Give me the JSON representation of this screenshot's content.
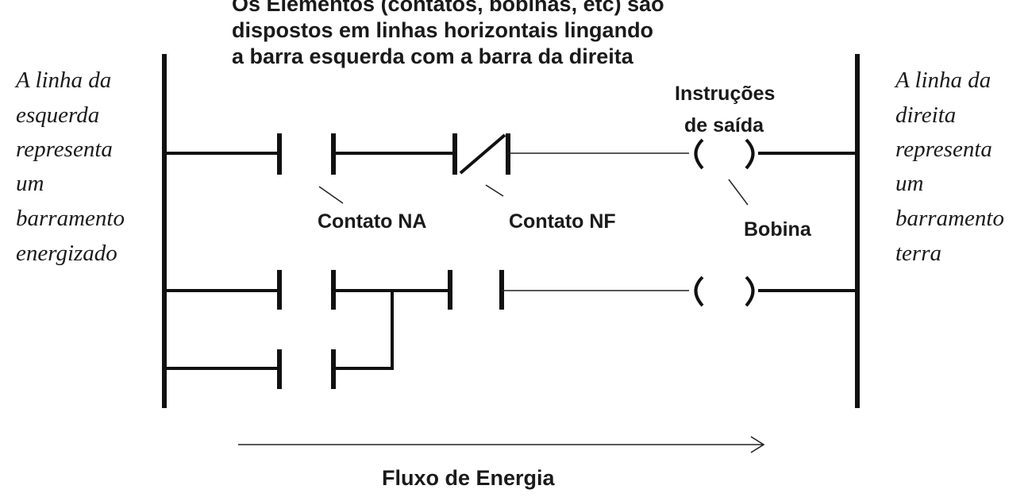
{
  "title_lines": [
    "Os Elementos (contatos, bobinas, etc) são",
    "dispostos em linhas horizontais lingando",
    "a barra esquerda com a barra da direita"
  ],
  "left_note_lines": [
    "A linha da",
    "esquerda",
    "representa",
    "um",
    "barramento",
    "energizado"
  ],
  "right_note_lines": [
    "A linha da",
    "direita",
    "representa",
    "um",
    "barramento",
    "terra"
  ],
  "labels": {
    "output_instructions": [
      "Instruções",
      "de saída"
    ],
    "contact_no": "Contato NA",
    "contact_nc": "Contato NF",
    "coil": "Bobina",
    "energy_flow": "Fluxo de Energia"
  }
}
